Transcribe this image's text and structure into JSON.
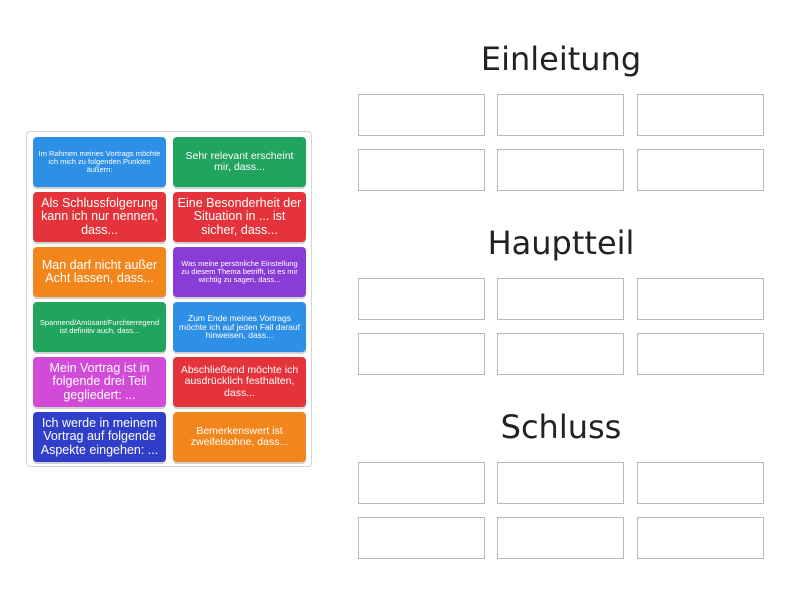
{
  "cards": [
    {
      "text": "Im Rahmen meines Vortrags möchte ich mich zu folgenden Punkten äußern:",
      "color": "#2e8fe6"
    },
    {
      "text": "Sehr relevant erscheint mir, dass...",
      "color": "#21a45e"
    },
    {
      "text": "Als Schlussfolgerung kann ich nur nennen, dass...",
      "color": "#e5333b"
    },
    {
      "text": "Eine Besonderheit der Situation in ... ist sicher, dass...",
      "color": "#e5333b"
    },
    {
      "text": "Man darf nicht außer Acht lassen, dass...",
      "color": "#f2861d"
    },
    {
      "text": "Was meine persönliche Einstellung zu diesem Thema betrifft, ist es mir wichtig zu sagen, dass...",
      "color": "#8a3dd6"
    },
    {
      "text": "Spannend/Amüsant/Furchterregend ist definitiv auch, dass...",
      "color": "#21a45e"
    },
    {
      "text": "Zum Ende meines Vortrags möchte ich auf jeden Fall darauf hinweisen, dass...",
      "color": "#2e8fe6"
    },
    {
      "text": "Mein Vortrag ist in folgende drei Teil gegliedert: ...",
      "color": "#d24ad8"
    },
    {
      "text": "Abschließend möchte ich ausdrücklich festhalten, dass...",
      "color": "#e5333b"
    },
    {
      "text": "Ich werde in meinem Vortrag auf folgende Aspekte eingehen: ...",
      "color": "#2f3fc9"
    },
    {
      "text": "Bemerkenswert ist zweifelsohne, dass...",
      "color": "#f2861d"
    }
  ],
  "groups": [
    {
      "title": "Einleitung"
    },
    {
      "title": "Hauptteil"
    },
    {
      "title": "Schluss"
    }
  ]
}
